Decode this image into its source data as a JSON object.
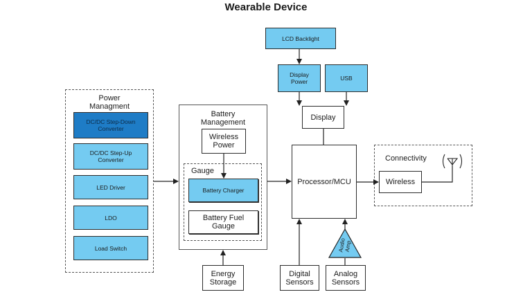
{
  "title": "Wearable Device",
  "power": {
    "label": "Power\nManagment",
    "dcdc_down": "DC/DC Step-Down\nConverter",
    "dcdc_up": "DC/DC Step-Up\nConverter",
    "led": "LED Driver",
    "ldo": "LDO",
    "load_switch": "Load Switch"
  },
  "battery": {
    "label": "Battery\nManagement",
    "wireless_power": "Wireless\nPower",
    "gauge_label": "Gauge",
    "charger": "Battery Charger",
    "fuel_gauge": "Battery Fuel\nGauge"
  },
  "energy_storage": "Energy\nStorage",
  "lcd_backlight": "LCD Backlight",
  "display_power": "Display\nPower",
  "usb": "USB",
  "display": "Display",
  "processor": "Processor/MCU",
  "digital_sensors": "Digital\nSensors",
  "analog_sensors": "Analog\nSensors",
  "audio_amp": "Audio\nAmp",
  "connectivity": {
    "label": "Connectivity",
    "wireless": "Wireless"
  },
  "icons": {
    "antenna": "antenna-icon"
  }
}
